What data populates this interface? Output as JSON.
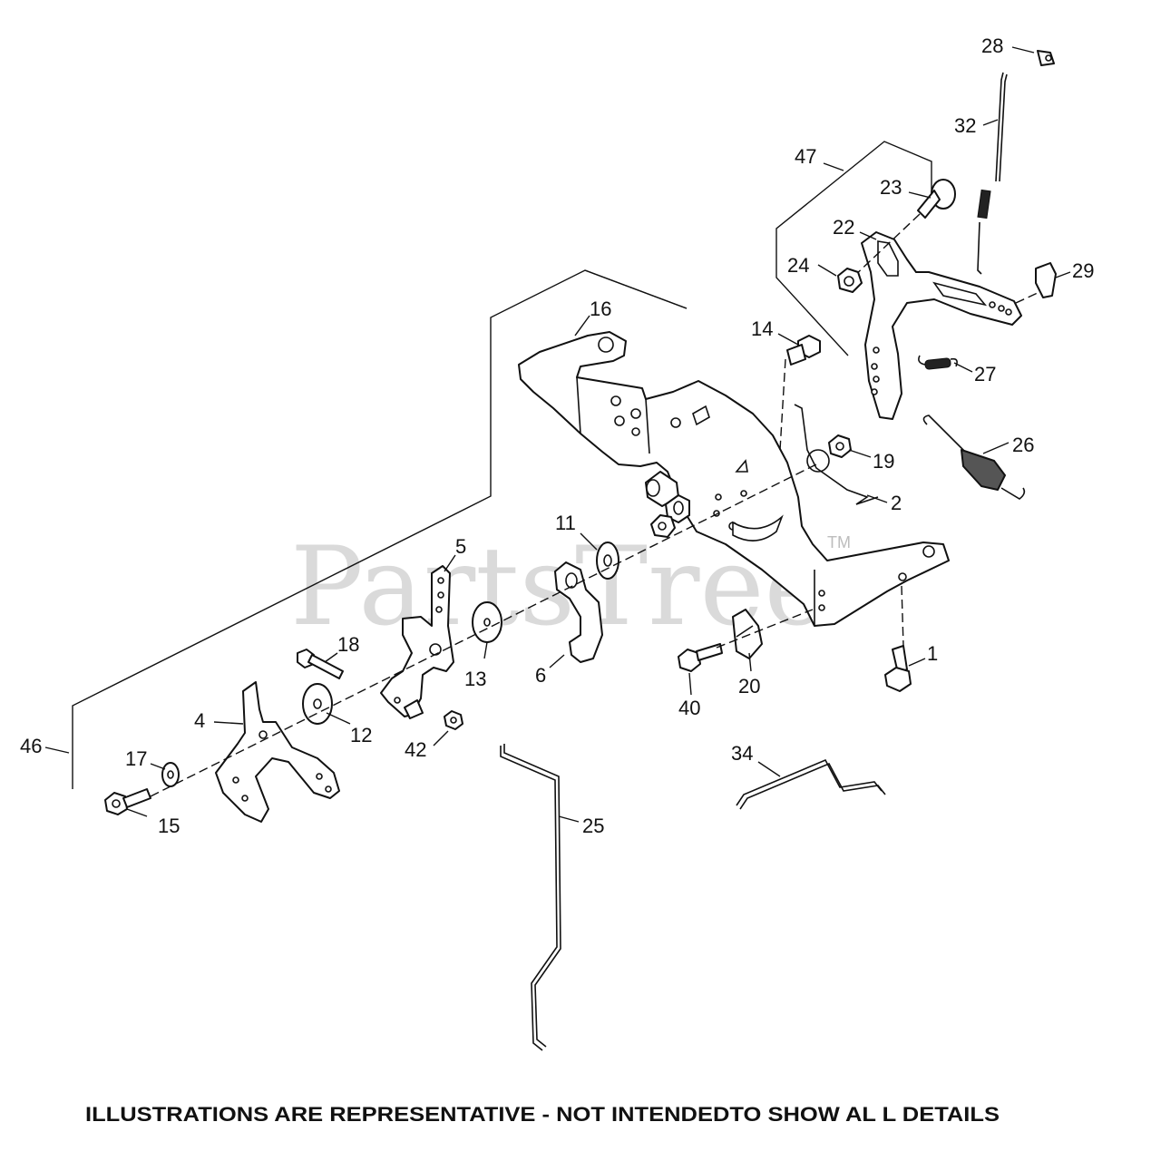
{
  "watermark": {
    "text": "PartsTree",
    "tm": "TM"
  },
  "footer": {
    "text": "ILLUSTRATIONS ARE REPRESENTATIVE - NOT INTENDEDTO SHOW AL L DETAILS"
  },
  "callouts": {
    "c1": "1",
    "c2": "2",
    "c4": "4",
    "c5": "5",
    "c6": "6",
    "c11": "11",
    "c12": "12",
    "c13": "13",
    "c14": "14",
    "c15": "15",
    "c16": "16",
    "c17": "17",
    "c18": "18",
    "c19": "19",
    "c20": "20",
    "c22": "22",
    "c23": "23",
    "c24": "24",
    "c25": "25",
    "c26": "26",
    "c27": "27",
    "c28": "28",
    "c29": "29",
    "c32": "32",
    "c34": "34",
    "c40": "40",
    "c42": "42",
    "c46": "46",
    "c47": "47"
  }
}
